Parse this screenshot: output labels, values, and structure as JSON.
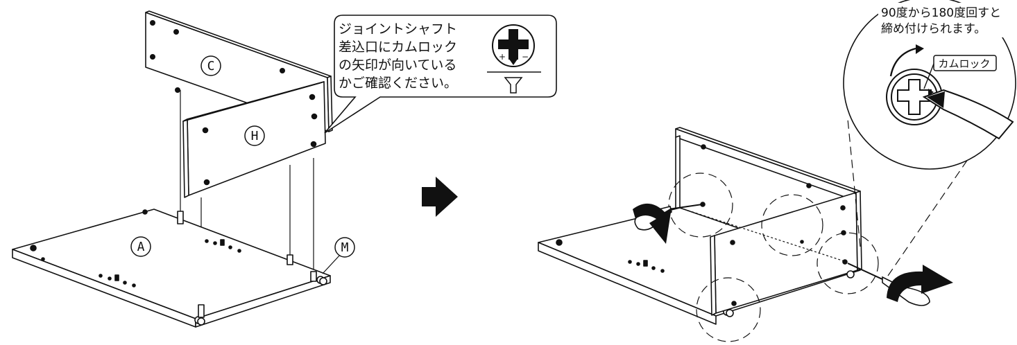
{
  "diagram": {
    "left": {
      "part_labels": {
        "c": "C",
        "h": "H",
        "a": "A",
        "m": "M"
      },
      "callout": {
        "lines": [
          "ジョイントシャフト",
          "差込口にカムロック",
          "の矢印が向いている",
          "かご確認ください。"
        ],
        "plus_sign": "+",
        "minus_sign": "−"
      }
    },
    "right": {
      "note_lines": [
        "90度から180度回すと",
        "締め付けられます。"
      ],
      "cam_lock_label": "カムロック"
    }
  },
  "icons": {
    "step_arrow": "right-arrow-icon",
    "rotate_arrow": "curved-rotate-arrow-icon",
    "screwdriver": "screwdriver-icon"
  }
}
